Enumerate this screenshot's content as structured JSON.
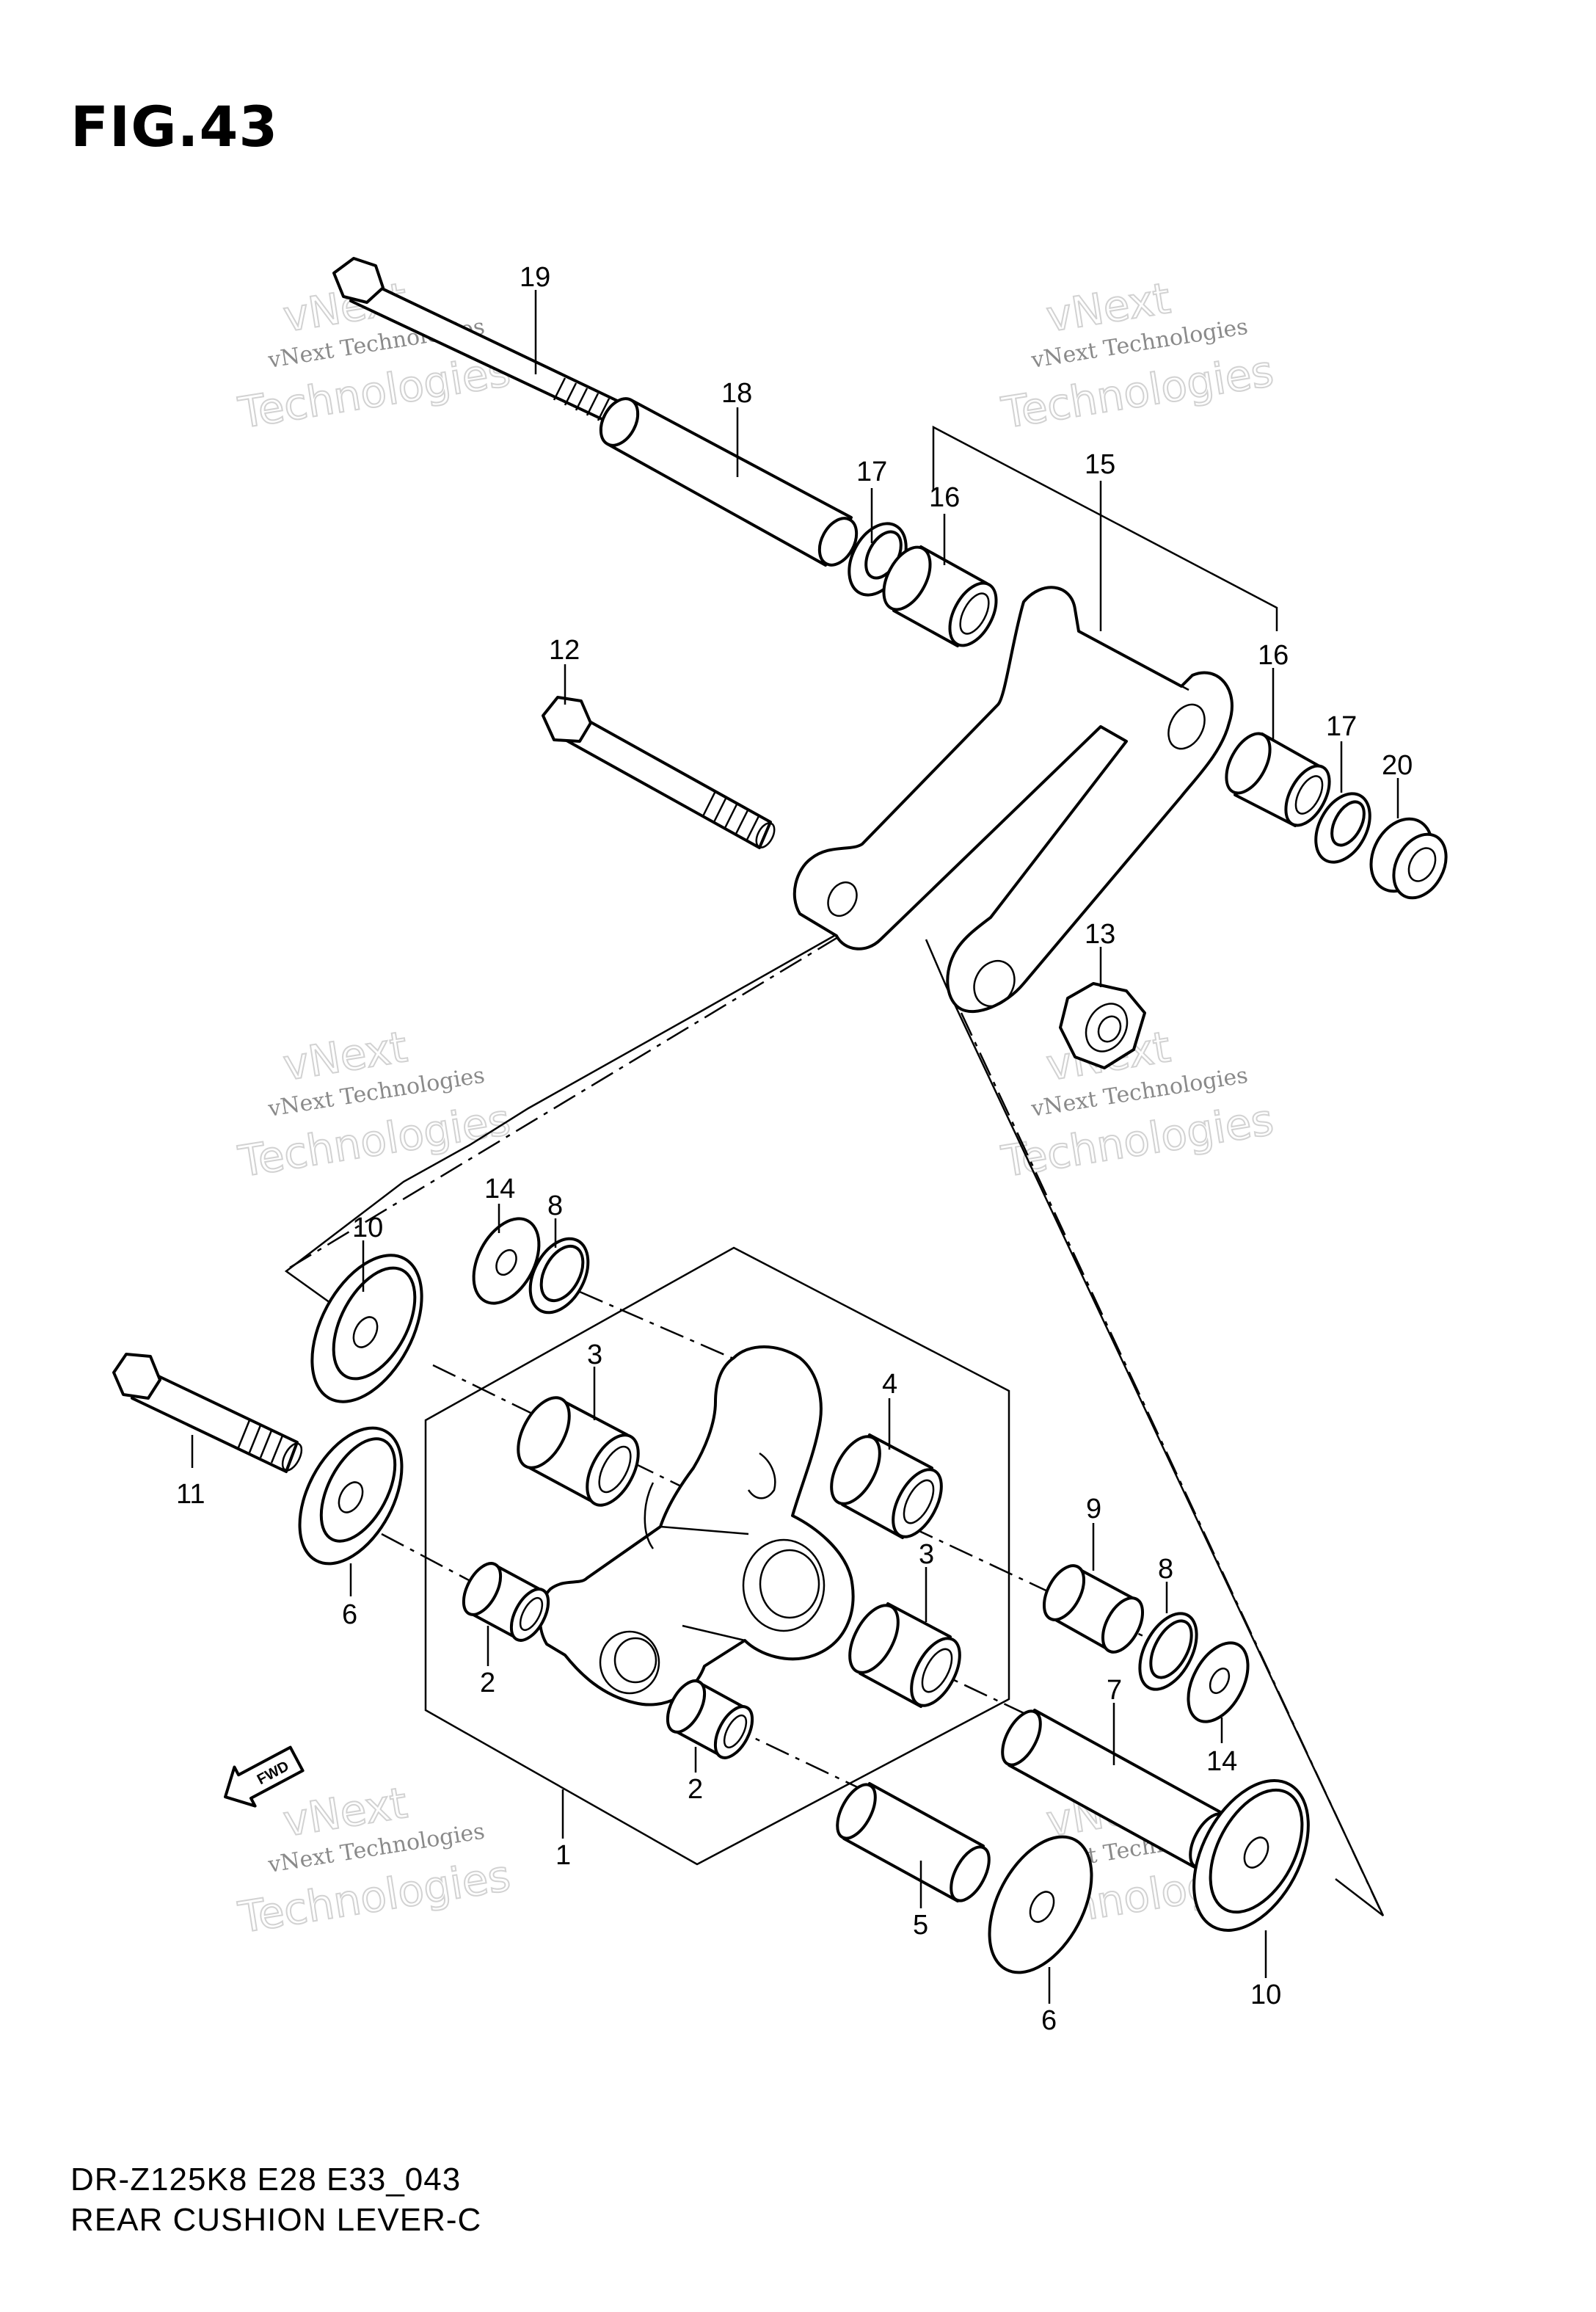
{
  "figure": {
    "title": "FIG.43",
    "model_line": "DR-Z125K8 E28 E33_043",
    "part_name": "REAR CUSHION LEVER-C"
  },
  "fwd_marker": "FWD",
  "watermark": {
    "line1": "vNext Technologies",
    "line2": "vNext",
    "line3": "Technologies"
  },
  "callouts": {
    "c1": "1",
    "c2a": "2",
    "c2b": "2",
    "c3a": "3",
    "c3b": "3",
    "c4": "4",
    "c5": "5",
    "c6a": "6",
    "c6b": "6",
    "c7": "7",
    "c8a": "8",
    "c8b": "8",
    "c9": "9",
    "c10a": "10",
    "c10b": "10",
    "c11": "11",
    "c12": "12",
    "c13": "13",
    "c14a": "14",
    "c14b": "14",
    "c15": "15",
    "c16a": "16",
    "c16b": "16",
    "c17a": "17",
    "c17b": "17",
    "c18": "18",
    "c19": "19",
    "c20": "20"
  }
}
